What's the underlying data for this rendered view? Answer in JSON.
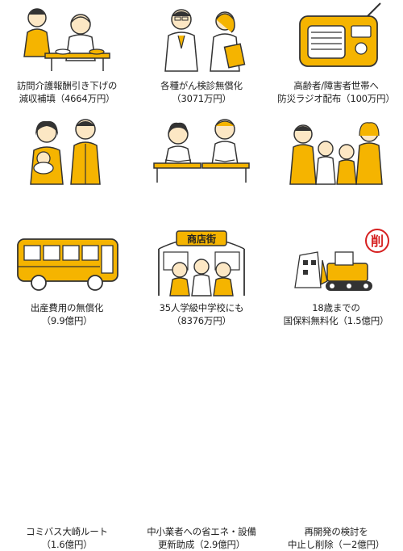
{
  "theme": {
    "accent": "#F5B400",
    "line": "#333333",
    "skin": "#FCE7C4"
  },
  "items": [
    {
      "icon": "home-care-icon",
      "line1": "訪問介護報酬引き下げの",
      "line2": "減収補填（4664万円）"
    },
    {
      "icon": "cancer-screening-icon",
      "line1": "各種がん検診無償化",
      "line2": "（3071万円）"
    },
    {
      "icon": "radio-icon",
      "line1": "高齢者/障害者世帯へ",
      "line2": "防災ラジオ配布（100万円）"
    },
    {
      "icon": "childbirth-icon",
      "line1": "出産費用の無償化",
      "line2": "（9.9億円）"
    },
    {
      "icon": "classroom-icon",
      "line1": "35人学級中学校にも",
      "line2": "（8376万円）"
    },
    {
      "icon": "family-icon",
      "line1": "18歳までの",
      "line2": "国保料無料化（1.5億円）"
    },
    {
      "icon": "bus-icon",
      "line1": "コミバス大崎ルート",
      "line2": "（1.6億円）"
    },
    {
      "icon": "shopping-street-icon",
      "sign": "商店街",
      "line1": "中小業者への省エネ・設備",
      "line2": "更新助成（2.9億円）"
    },
    {
      "icon": "bulldozer-icon",
      "stamp": "削",
      "line1": "再開発の検討を",
      "line2": "中止し削除（ー2億円）"
    }
  ]
}
